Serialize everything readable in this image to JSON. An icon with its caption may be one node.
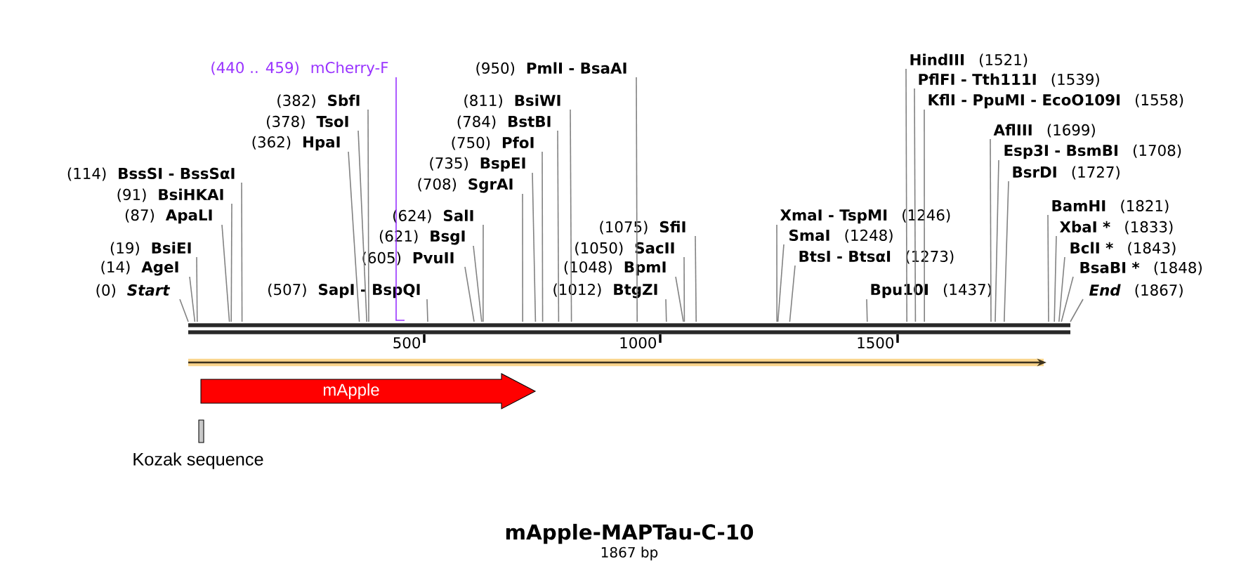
{
  "diagram": {
    "title": "mApple-MAPTau-C-10",
    "caption": "1867 bp",
    "nodes": [
      {
        "text": [
          "(114)",
          "BssSI - BssSαI"
        ]
      },
      {
        "text": [
          "(91)",
          "BsiHKAI"
        ]
      },
      {
        "text": [
          "(87)",
          "ApaLI"
        ]
      },
      {
        "text": [
          "(19)",
          "BsiEI"
        ]
      },
      {
        "text": [
          "(14)",
          "AgeI"
        ]
      },
      {
        "text": [
          "(0)",
          "Start"
        ]
      },
      {
        "text": [
          "(440 .. 459)",
          "mCherry-F"
        ]
      },
      {
        "text": [
          "(382)",
          "SbfI"
        ]
      },
      {
        "text": [
          "(378)",
          "TsoI"
        ]
      },
      {
        "text": [
          "(362)",
          "HpaI"
        ]
      },
      {
        "text": [
          "(507)",
          "SapI - BspQI"
        ]
      },
      {
        "text": [
          "(950)",
          "PmlI - BsaAI"
        ]
      },
      {
        "text": [
          "(811)",
          "BsiWI"
        ]
      },
      {
        "text": [
          "(784)",
          "BstBI"
        ]
      },
      {
        "text": [
          "(750)",
          "PfoI"
        ]
      },
      {
        "text": [
          "(735)",
          "BspEI"
        ]
      },
      {
        "text": [
          "(708)",
          "SgrAI"
        ]
      },
      {
        "text": [
          "(624)",
          "SalI"
        ]
      },
      {
        "text": [
          "(621)",
          "BsgI"
        ]
      },
      {
        "text": [
          "(605)",
          "PvuII"
        ]
      },
      {
        "text": [
          "(1075)",
          "SfiI"
        ]
      },
      {
        "text": [
          "(1050)",
          "SacII"
        ]
      },
      {
        "text": [
          "(1048)",
          "BpmI"
        ]
      },
      {
        "text": [
          "(1012)",
          "BtgZI"
        ]
      },
      {
        "text": [
          "HindIII",
          "(1521)"
        ]
      },
      {
        "text": [
          "PflFI - Tth111I",
          "(1539)"
        ]
      },
      {
        "text": [
          "KflI - PpuMI - EcoO109I",
          "(1558)"
        ]
      },
      {
        "text": [
          "AflIII",
          "(1699)"
        ]
      },
      {
        "text": [
          "Esp3I - BsmBI",
          "(1708)"
        ]
      },
      {
        "text": [
          "BsrDI",
          "(1727)"
        ]
      },
      {
        "text": [
          "XmaI - TspMI",
          "(1246)"
        ]
      },
      {
        "text": [
          "SmaI",
          "(1248)"
        ]
      },
      {
        "text": [
          "BtsI - BtsαI",
          "(1273)"
        ]
      },
      {
        "text": [
          "Bpu10I",
          "(1437)"
        ]
      },
      {
        "text": [
          "BamHI",
          "(1821)"
        ]
      },
      {
        "text": [
          "XbaI *",
          "(1833)"
        ]
      },
      {
        "text": [
          "BclI *",
          "(1843)"
        ]
      },
      {
        "text": [
          "BsaBI *",
          "(1848)"
        ]
      },
      {
        "text": [
          "End",
          "(1867)"
        ]
      },
      {
        "text": [],
        "shape": "bar"
      },
      {
        "text": [
          "mApple"
        ]
      },
      {
        "text": [
          "Kozak sequence"
        ]
      }
    ],
    "edges": [
      {
        "from": 0,
        "to": 39,
        "arrow": "none"
      },
      {
        "from": 1,
        "to": 39,
        "arrow": "none"
      },
      {
        "from": 2,
        "to": 39,
        "arrow": "none"
      },
      {
        "from": 3,
        "to": 39,
        "arrow": "none"
      },
      {
        "from": 4,
        "to": 39,
        "arrow": "none"
      },
      {
        "from": 5,
        "to": 39,
        "arrow": "none"
      },
      {
        "from": 6,
        "to": 39,
        "arrow": "none",
        "color": "#9933ff"
      },
      {
        "from": 7,
        "to": 39,
        "arrow": "none"
      },
      {
        "from": 8,
        "to": 39,
        "arrow": "none"
      },
      {
        "from": 9,
        "to": 39,
        "arrow": "none"
      },
      {
        "from": 10,
        "to": 39,
        "arrow": "none"
      },
      {
        "from": 11,
        "to": 39,
        "arrow": "none"
      },
      {
        "from": 12,
        "to": 39,
        "arrow": "none"
      },
      {
        "from": 13,
        "to": 39,
        "arrow": "none"
      },
      {
        "from": 14,
        "to": 39,
        "arrow": "none"
      },
      {
        "from": 15,
        "to": 39,
        "arrow": "none"
      },
      {
        "from": 16,
        "to": 39,
        "arrow": "none"
      },
      {
        "from": 17,
        "to": 39,
        "arrow": "none"
      },
      {
        "from": 18,
        "to": 39,
        "arrow": "none"
      },
      {
        "from": 19,
        "to": 39,
        "arrow": "none"
      },
      {
        "from": 20,
        "to": 39,
        "arrow": "none"
      },
      {
        "from": 21,
        "to": 39,
        "arrow": "none"
      },
      {
        "from": 22,
        "to": 39,
        "arrow": "none"
      },
      {
        "from": 23,
        "to": 39,
        "arrow": "none"
      },
      {
        "from": 24,
        "to": 39,
        "arrow": "none"
      },
      {
        "from": 25,
        "to": 39,
        "arrow": "none"
      },
      {
        "from": 26,
        "to": 39,
        "arrow": "none"
      },
      {
        "from": 27,
        "to": 39,
        "arrow": "none"
      },
      {
        "from": 28,
        "to": 39,
        "arrow": "none"
      },
      {
        "from": 29,
        "to": 39,
        "arrow": "none"
      },
      {
        "from": 30,
        "to": 39,
        "arrow": "none"
      },
      {
        "from": 31,
        "to": 39,
        "arrow": "none"
      },
      {
        "from": 32,
        "to": 39,
        "arrow": "none"
      },
      {
        "from": 33,
        "to": 39,
        "arrow": "none"
      },
      {
        "from": 34,
        "to": 39,
        "arrow": "none"
      },
      {
        "from": 35,
        "to": 39,
        "arrow": "none"
      },
      {
        "from": 36,
        "to": 39,
        "arrow": "none"
      },
      {
        "from": 37,
        "to": 39,
        "arrow": "none"
      },
      {
        "from": 38,
        "to": 39,
        "arrow": "none"
      }
    ],
    "labels": [
      "500",
      "1000",
      "1500"
    ]
  }
}
